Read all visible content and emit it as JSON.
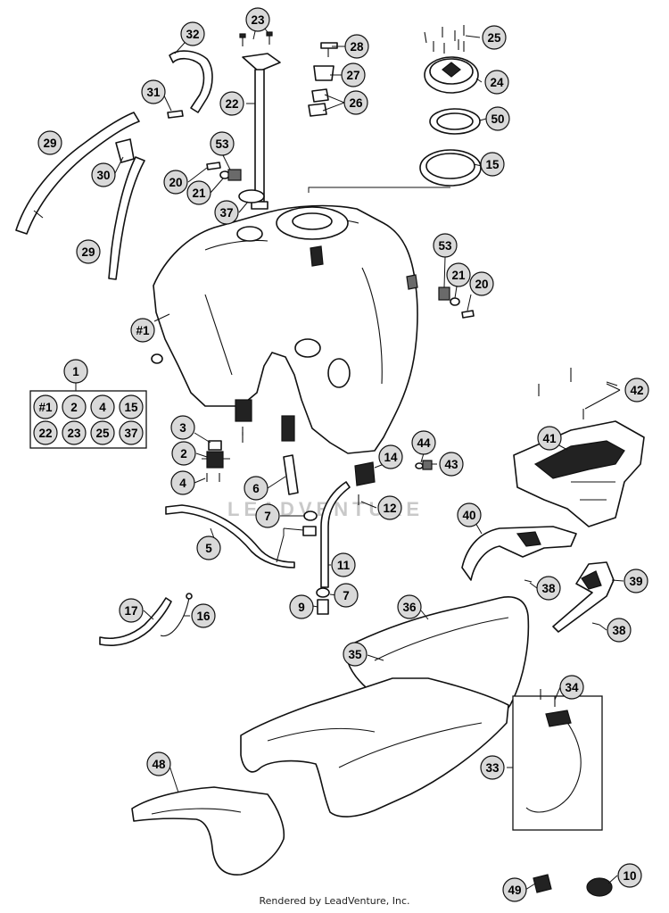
{
  "diagram": {
    "callouts": {
      "c23": "23",
      "c32": "32",
      "c28": "28",
      "c25": "25",
      "c27": "27",
      "c24": "24",
      "c31": "31",
      "c22": "22",
      "c26": "26",
      "c50": "50",
      "c29a": "29",
      "c53a": "53",
      "c15": "15",
      "c30": "30",
      "c20a": "20",
      "c21a": "21",
      "c37": "37",
      "c29b": "29",
      "c53b": "53",
      "c21b": "21",
      "c20b": "20",
      "c1hash": "#1",
      "c1": "1",
      "c42": "42",
      "c3": "3",
      "c2": "2",
      "c4": "4",
      "c6": "6",
      "c14": "14",
      "c44": "44",
      "c43": "43",
      "c41": "41",
      "c7a": "7",
      "c12": "12",
      "c5": "5",
      "c40": "40",
      "c11": "11",
      "c38a": "38",
      "c39": "39",
      "c9": "9",
      "c7b": "7",
      "c17": "17",
      "c16": "16",
      "c36": "36",
      "c38b": "38",
      "c35": "35",
      "c34": "34",
      "c33": "33",
      "c48": "48",
      "c49": "49",
      "c10": "10"
    },
    "kit_group": {
      "label": "1",
      "row1": [
        "#1",
        "2",
        "4",
        "15"
      ],
      "row2": [
        "22",
        "23",
        "25",
        "37"
      ]
    },
    "watermark": "LEADVENTURE"
  },
  "footer": {
    "text": "Rendered by LeadVenture, Inc."
  }
}
